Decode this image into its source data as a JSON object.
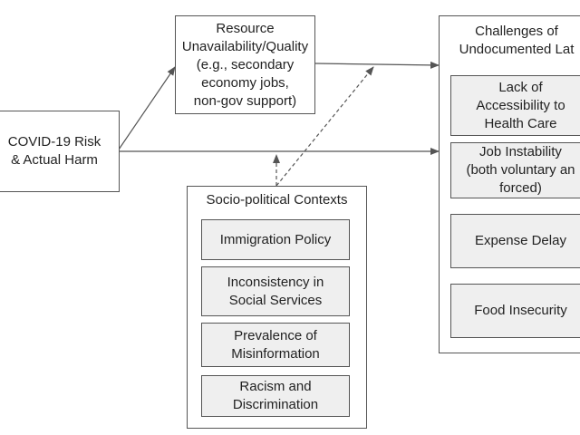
{
  "covid_box": {
    "text": "COVID-19 Risk\n& Actual Harm"
  },
  "resource_box": {
    "text": "Resource\nUnavailability/Quality\n(e.g., secondary\neconomy jobs,\nnon-gov support)"
  },
  "sociopolitical": {
    "title": "Socio-political Contexts",
    "items": [
      "Immigration Policy",
      "Inconsistency in\nSocial Services",
      "Prevalence of\nMisinformation",
      "Racism and\nDiscrimination"
    ]
  },
  "challenges": {
    "title": "Challenges of\nUndocumented Lat",
    "items": [
      "Lack of\nAccessibility to\nHealth Care",
      "Job Instability\n(both voluntary an\nforced)",
      "Expense Delay",
      "Food Insecurity"
    ]
  }
}
